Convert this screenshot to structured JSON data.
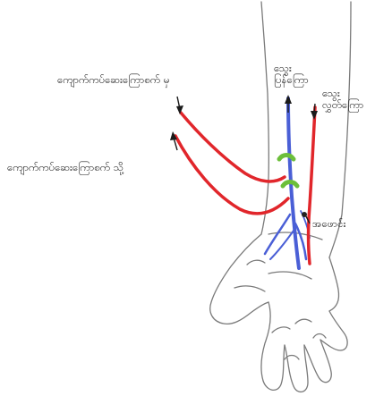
{
  "labels": {
    "from_machine": "ကျောက်ကပ်ဆေးကြောစက် မှ",
    "to_machine": "ကျောက်ကပ်ဆေးကြောစက် သို့",
    "vein_line1": "သွေး",
    "vein_line2": "ပြန်ကြော",
    "artery_line1": "သွေး",
    "artery_line2": "လွှတ်ကြော",
    "fistula": "အဖောင်း"
  },
  "colors": {
    "artery": "#e1262b",
    "vein": "#4a5fd6",
    "clamp": "#6cbf3a",
    "outline": "#7a7a7a",
    "arrow": "#1a1a1a"
  }
}
